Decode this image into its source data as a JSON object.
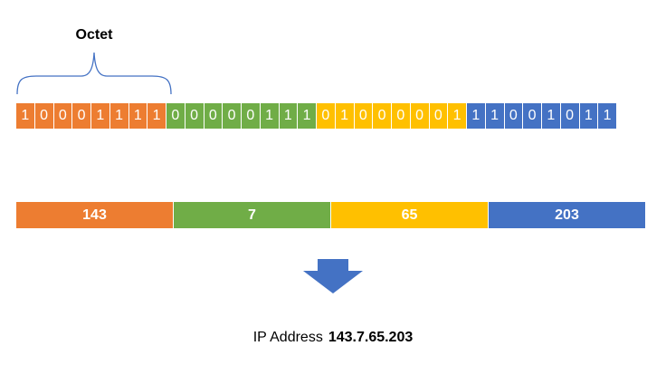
{
  "octet_label": "Octet",
  "octets": [
    {
      "bits": [
        "1",
        "0",
        "0",
        "0",
        "1",
        "1",
        "1",
        "1"
      ],
      "decimal": "143",
      "color": "#ED7D31"
    },
    {
      "bits": [
        "0",
        "0",
        "0",
        "0",
        "0",
        "1",
        "1",
        "1"
      ],
      "decimal": "7",
      "color": "#70AD47"
    },
    {
      "bits": [
        "0",
        "1",
        "0",
        "0",
        "0",
        "0",
        "0",
        "1"
      ],
      "decimal": "65",
      "color": "#FFC000"
    },
    {
      "bits": [
        "1",
        "1",
        "0",
        "0",
        "1",
        "0",
        "1",
        "1"
      ],
      "decimal": "203",
      "color": "#4472C4"
    }
  ],
  "arrow_color": "#4472C4",
  "ip": {
    "label": "IP Address",
    "value": "143.7.65.203"
  }
}
